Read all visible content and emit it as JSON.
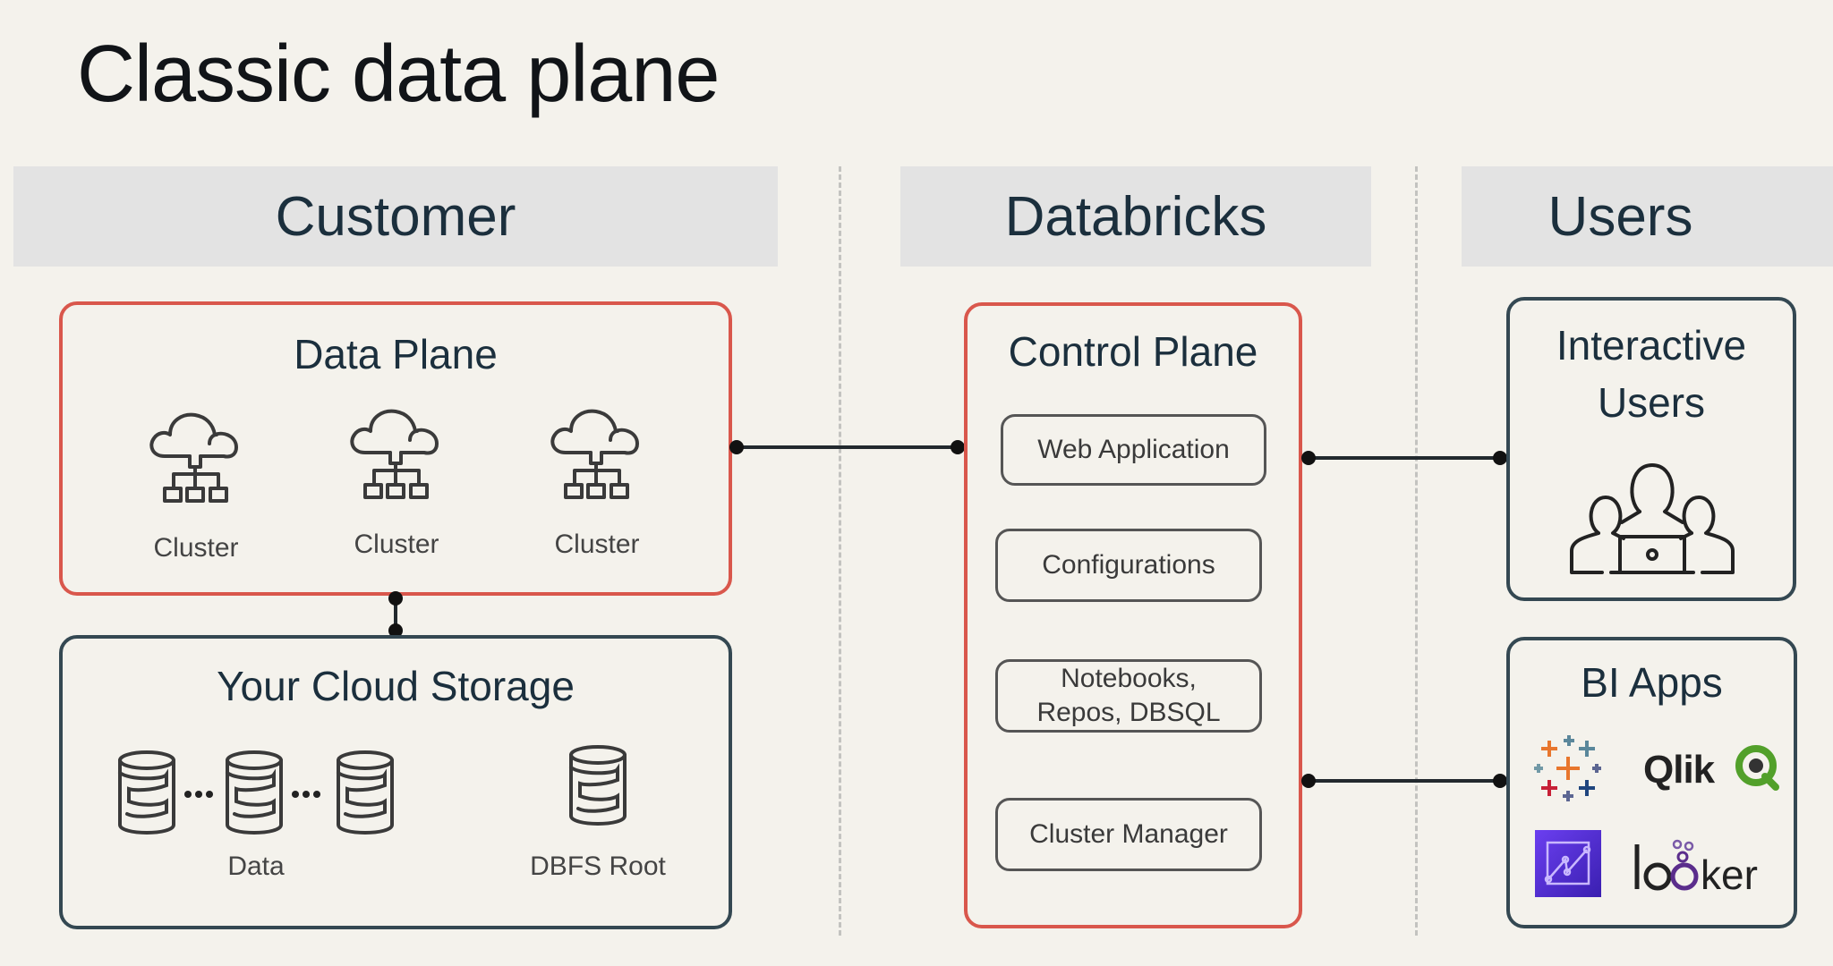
{
  "title": "Classic data plane",
  "columns": {
    "customer": "Customer",
    "databricks": "Databricks",
    "users": "Users"
  },
  "data_plane": {
    "title": "Data Plane",
    "clusters": [
      {
        "label": "Cluster",
        "icon": "cloud-cluster-icon"
      },
      {
        "label": "Cluster",
        "icon": "cloud-cluster-icon"
      },
      {
        "label": "Cluster",
        "icon": "cloud-cluster-icon"
      }
    ]
  },
  "cloud_storage": {
    "title": "Your Cloud Storage",
    "data_label": "Data",
    "dbfs_label": "DBFS Root",
    "ellipsis": "•••"
  },
  "control_plane": {
    "title": "Control Plane",
    "items": [
      {
        "label": "Web Application"
      },
      {
        "label": "Configurations"
      },
      {
        "label": "Notebooks,\nRepos, DBSQL"
      },
      {
        "label": "Cluster Manager"
      }
    ]
  },
  "interactive_users": {
    "title": "Interactive Users",
    "icon": "users-with-laptop-icon"
  },
  "bi_apps": {
    "title": "BI Apps",
    "apps": [
      {
        "name": "Tableau",
        "icon": "tableau-logo-icon"
      },
      {
        "name": "Qlik",
        "icon": "qlik-logo-icon",
        "accent": "#52a02a"
      },
      {
        "name": "QuickSight",
        "icon": "quicksight-logo-icon",
        "accent": "#4a2bd0"
      },
      {
        "name": "looker",
        "icon": "looker-logo-icon",
        "accent": "#5b2d8c"
      }
    ]
  },
  "colors": {
    "background": "#f4f2ec",
    "header_band": "#e3e3e3",
    "highlight_border": "#d9574c",
    "box_border": "#344852",
    "text": "#1b2f3d"
  }
}
